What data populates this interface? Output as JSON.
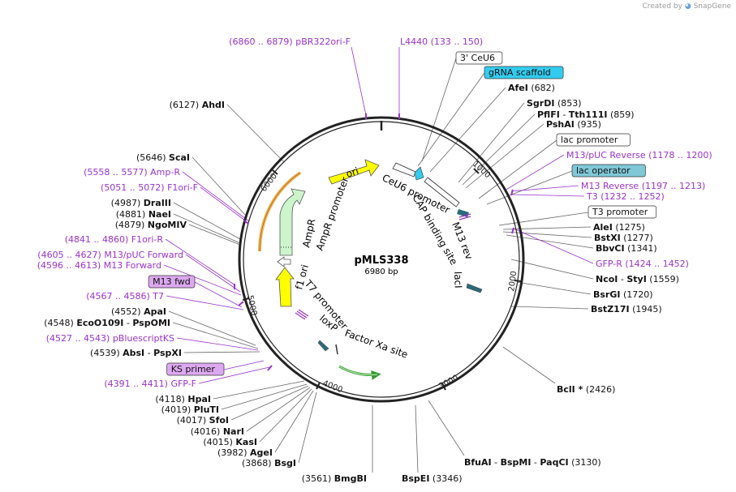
{
  "credit": {
    "prefix": "Created by",
    "brand": "SnapGene"
  },
  "plasmid": {
    "name": "pMLS338",
    "length": "6980 bp"
  },
  "ruler": [
    "1000",
    "2000",
    "3000",
    "4000",
    "5000",
    "6000"
  ],
  "top_features": [
    {
      "pos": "(6860 .. 6879)",
      "name": "pBR322ori-F"
    },
    {
      "name": "L4440",
      "pos": "(133 .. 150)"
    }
  ],
  "right_labels": [
    {
      "kind": "box",
      "name": "3' CeU6"
    },
    {
      "kind": "fill",
      "name": "gRNA scaffold",
      "color": "#33ccee"
    },
    {
      "kind": "enzyme",
      "name": "AfeI",
      "pos": "(682)"
    },
    {
      "kind": "enzyme",
      "name": "SgrDI",
      "pos": "(853)"
    },
    {
      "kind": "enzyme2",
      "name": "PflFI",
      "name2": "Tth111I",
      "pos": "(859)"
    },
    {
      "kind": "enzyme",
      "name": "PshAI",
      "pos": "(935)"
    },
    {
      "kind": "box",
      "name": "lac promoter"
    },
    {
      "kind": "primer",
      "name": "M13/pUC Reverse",
      "pos": "(1178 .. 1200)"
    },
    {
      "kind": "fill",
      "name": "lac operator",
      "color": "#80c8d8"
    },
    {
      "kind": "primer",
      "name": "M13 Reverse",
      "pos": "(1197 .. 1213)"
    },
    {
      "kind": "primer",
      "name": "T3",
      "pos": "(1232 .. 1252)"
    },
    {
      "kind": "box",
      "name": "T3 promoter"
    },
    {
      "kind": "enzyme",
      "name": "AleI",
      "pos": "(1275)"
    },
    {
      "kind": "enzyme",
      "name": "BstXI",
      "pos": "(1277)"
    },
    {
      "kind": "enzyme",
      "name": "BbvCI",
      "pos": "(1341)"
    },
    {
      "kind": "primer",
      "name": "GFP-R",
      "pos": "(1424 .. 1452)"
    },
    {
      "kind": "enzyme2",
      "name": "NcoI",
      "name2": "StyI",
      "pos": "(1559)"
    },
    {
      "kind": "enzyme",
      "name": "BsrGI",
      "pos": "(1720)"
    },
    {
      "kind": "enzyme",
      "name": "BstZ17I",
      "pos": "(1945)"
    }
  ],
  "left_labels": [
    {
      "kind": "enzyme",
      "pos": "(6127)",
      "name": "AhdI"
    },
    {
      "kind": "enzyme",
      "pos": "(5646)",
      "name": "ScaI"
    },
    {
      "kind": "primer",
      "pos": "(5558 .. 5577)",
      "name": "Amp-R"
    },
    {
      "kind": "primer",
      "pos": "(5051 .. 5072)",
      "name": "F1ori-F"
    },
    {
      "kind": "enzyme",
      "pos": "(4987)",
      "name": "DraIII"
    },
    {
      "kind": "enzyme",
      "pos": "(4881)",
      "name": "NaeI"
    },
    {
      "kind": "enzyme",
      "pos": "(4879)",
      "name": "NgoMIV"
    },
    {
      "kind": "primer",
      "pos": "(4841 .. 4860)",
      "name": "F1ori-R"
    },
    {
      "kind": "primer",
      "pos": "(4605 .. 4627)",
      "name": "M13/pUC Forward"
    },
    {
      "kind": "primer",
      "pos": "(4596 .. 4613)",
      "name": "M13 Forward"
    },
    {
      "kind": "boxp",
      "name": "M13 fwd"
    },
    {
      "kind": "primer",
      "pos": "(4567 .. 4586)",
      "name": "T7"
    },
    {
      "kind": "enzyme",
      "pos": "(4552)",
      "name": "ApaI"
    },
    {
      "kind": "enzyme2",
      "pos": "(4548)",
      "name": "EcoO109I",
      "name2": "PspOMI"
    },
    {
      "kind": "primer",
      "pos": "(4527 .. 4543)",
      "name": "pBluescriptKS"
    },
    {
      "kind": "enzyme2",
      "pos": "(4539)",
      "name": "AbsI",
      "name2": "PspXI"
    },
    {
      "kind": "boxp",
      "name": "KS primer"
    },
    {
      "kind": "primer",
      "pos": "(4391 .. 4411)",
      "name": "GFP-F"
    },
    {
      "kind": "enzyme",
      "pos": "(4118)",
      "name": "HpaI"
    },
    {
      "kind": "enzyme",
      "pos": "(4019)",
      "name": "PluTI"
    },
    {
      "kind": "enzyme",
      "pos": "(4017)",
      "name": "SfoI"
    },
    {
      "kind": "enzyme",
      "pos": "(4016)",
      "name": "NarI"
    },
    {
      "kind": "enzyme",
      "pos": "(4015)",
      "name": "KasI"
    },
    {
      "kind": "enzyme",
      "pos": "(3982)",
      "name": "AgeI"
    },
    {
      "kind": "enzyme",
      "pos": "(3868)",
      "name": "BsgI"
    }
  ],
  "bottom_labels": [
    {
      "pos": "(3561)",
      "name": "BmgBI"
    },
    {
      "name": "BspEI",
      "pos": "(3346)"
    },
    {
      "name": "BfuAI",
      "name2": "BspMI",
      "name3": "PaqCI",
      "pos": "(3130)"
    },
    {
      "name": "BclI *",
      "pos": "(2426)"
    }
  ],
  "features": [
    {
      "name": "ori",
      "color": "#ffff00"
    },
    {
      "name": "AmpR promoter"
    },
    {
      "name": "AmpR",
      "color": "#ccf5cc"
    },
    {
      "name": "f1 ori",
      "color": "#ffff00"
    },
    {
      "name": "T7 promoter"
    },
    {
      "name": "loxP"
    },
    {
      "name": "Factor Xa site"
    },
    {
      "name": "CeU6 promoter"
    },
    {
      "name": "CAP binding site"
    },
    {
      "name": "M13 rev"
    },
    {
      "name": "lacI"
    }
  ]
}
